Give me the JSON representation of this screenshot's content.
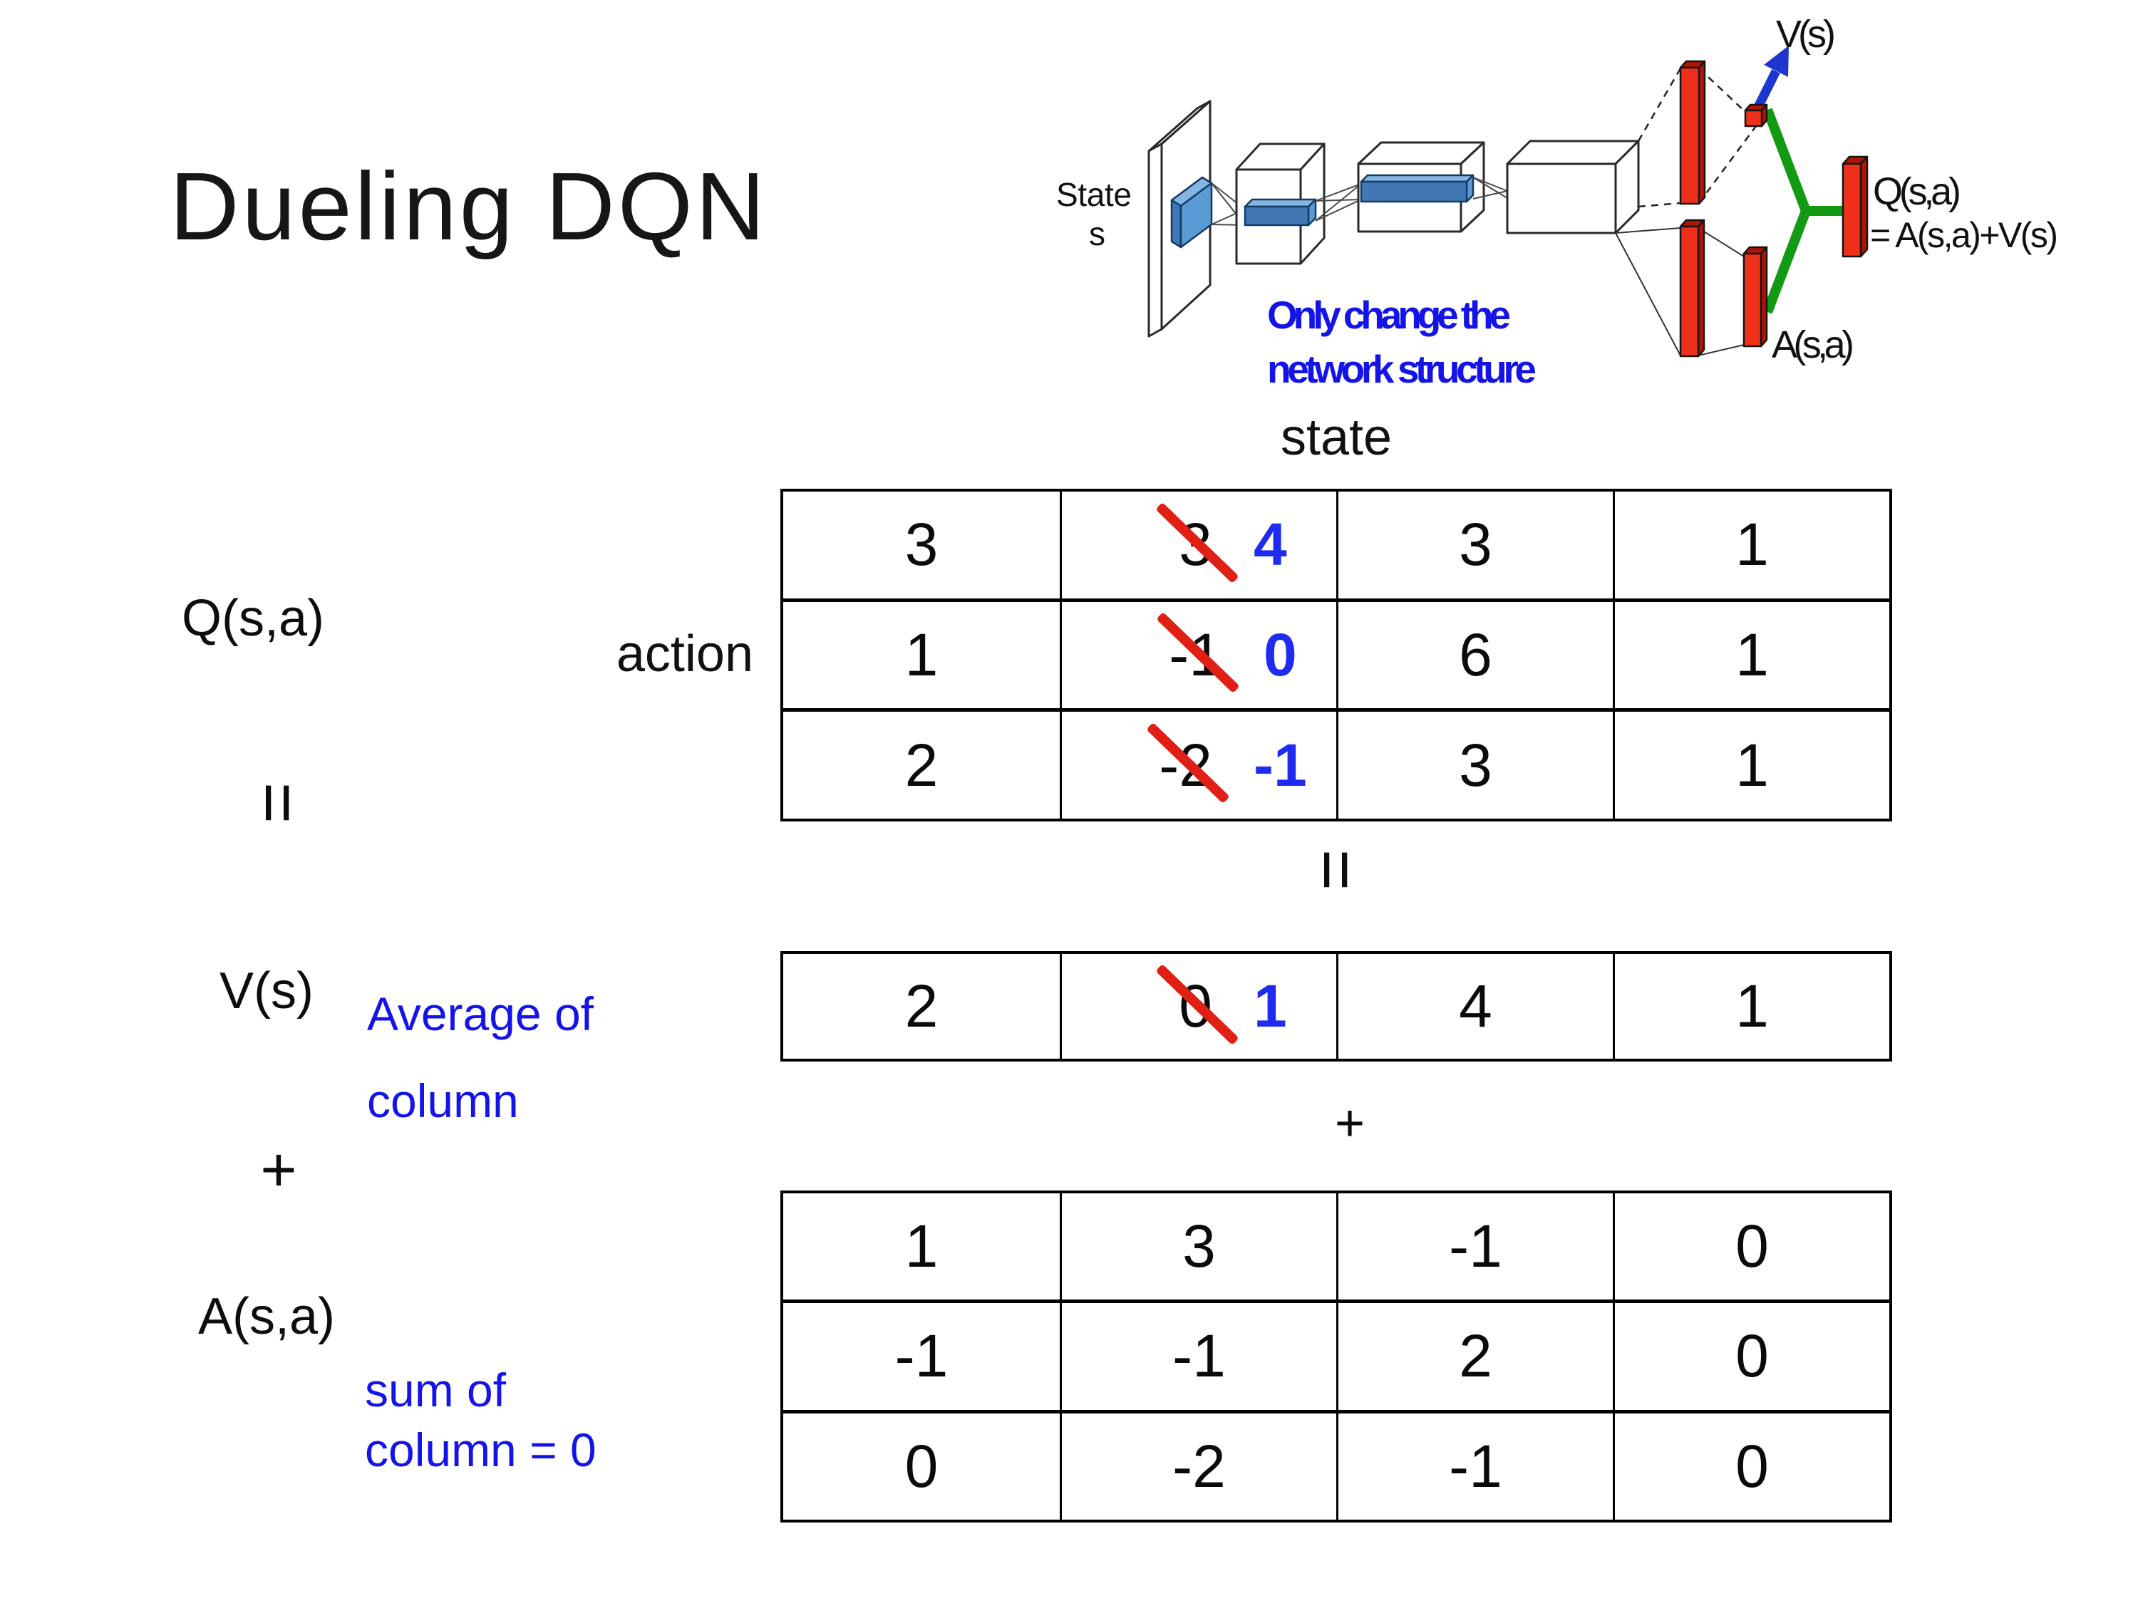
{
  "title": "Dueling DQN",
  "colors": {
    "ink": "#111111",
    "blue_note": "#1414e8",
    "blue_value": "#1f2cf0",
    "strike_red": "#e02015",
    "bar_red": "#ee2f1a",
    "bar_red_dark": "#b01500",
    "green": "#129a12",
    "arrow_blue": "#1f35cf",
    "box_blue": "#5b9bd5",
    "box_blue_top": "#85b5e2",
    "box_blue_dark": "#4178b4"
  },
  "diagram": {
    "state_label_line1": "State",
    "state_label_line2": "s",
    "note_line1": "Only change the",
    "note_line2": "network structure",
    "v_label": "V(s)",
    "q_label": "Q(s,a)",
    "q_formula": "= A(s,a)+V(s)",
    "a_label": "A(s,a)"
  },
  "equation": {
    "q_label": "Q(s,a)",
    "equals_sign": "=",
    "v_label": "V(s)",
    "plus_sign": "+",
    "a_label": "A(s,a)",
    "v_note_line1": "Average of",
    "v_note_line2": "column",
    "a_note_line1": "sum of",
    "a_note_line2": "column = 0"
  },
  "matrix_section": {
    "state_label": "state",
    "action_label": "action",
    "equals_sign": "=",
    "plus_sign": "+"
  },
  "tables": {
    "q": {
      "name": "Q(s,a)",
      "rows": [
        [
          {
            "v": "3"
          },
          {
            "old": "3",
            "new": "4"
          },
          {
            "v": "3"
          },
          {
            "v": "1"
          }
        ],
        [
          {
            "v": "1"
          },
          {
            "old": "-1",
            "new": "0"
          },
          {
            "v": "6"
          },
          {
            "v": "1"
          }
        ],
        [
          {
            "v": "2"
          },
          {
            "old": "-2",
            "new": "-1"
          },
          {
            "v": "3"
          },
          {
            "v": "1"
          }
        ]
      ]
    },
    "v": {
      "name": "V(s)",
      "rows": [
        [
          {
            "v": "2"
          },
          {
            "old": "0",
            "new": "1"
          },
          {
            "v": "4"
          },
          {
            "v": "1"
          }
        ]
      ]
    },
    "a": {
      "name": "A(s,a)",
      "rows": [
        [
          {
            "v": "1"
          },
          {
            "v": "3"
          },
          {
            "v": "-1"
          },
          {
            "v": "0"
          }
        ],
        [
          {
            "v": "-1"
          },
          {
            "v": "-1"
          },
          {
            "v": "2"
          },
          {
            "v": "0"
          }
        ],
        [
          {
            "v": "0"
          },
          {
            "v": "-2"
          },
          {
            "v": "-1"
          },
          {
            "v": "0"
          }
        ]
      ]
    }
  }
}
